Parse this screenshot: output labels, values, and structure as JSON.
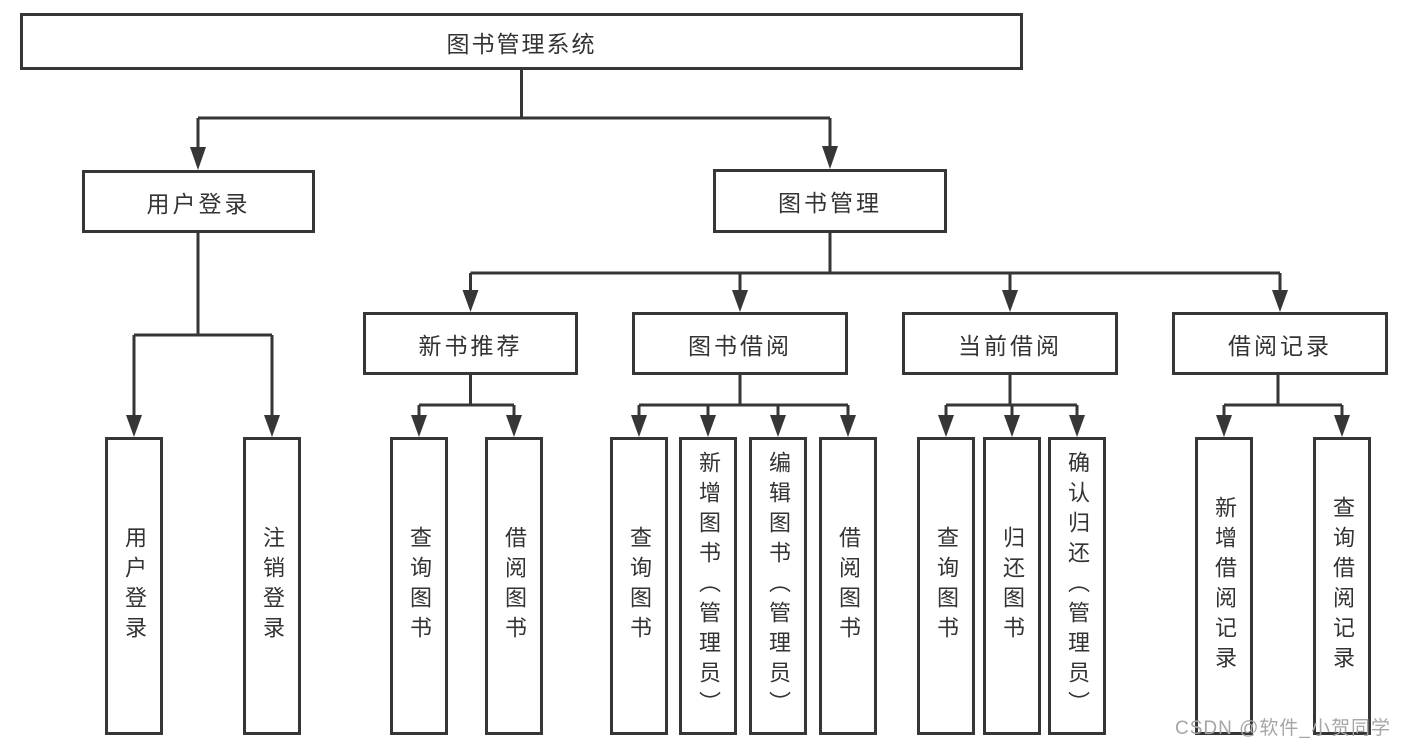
{
  "diagram": {
    "type": "hierarchy-tree",
    "colors": {
      "line": "#363636",
      "text": "#333333",
      "background": "#ffffff",
      "watermark": "#a6a6a6"
    },
    "root": {
      "label": "图书管理系统"
    },
    "level2": [
      {
        "label": "用户登录"
      },
      {
        "label": "图书管理"
      }
    ],
    "level3": [
      {
        "label": "新书推荐"
      },
      {
        "label": "图书借阅"
      },
      {
        "label": "当前借阅"
      },
      {
        "label": "借阅记录"
      }
    ],
    "leaves": {
      "user_login": [
        "用户登录",
        "注销登录"
      ],
      "new_book": [
        "查询图书",
        "借阅图书"
      ],
      "book_borrow": [
        "查询图书",
        "新增图书（管理员）",
        "编辑图书（管理员）",
        "借阅图书"
      ],
      "current_borrow": [
        "查询图书",
        "归还图书",
        "确认归还（管理员）"
      ],
      "borrow_record": [
        "新增借阅记录",
        "查询借阅记录"
      ]
    },
    "watermark": "CSDN @软件_小贺同学"
  }
}
